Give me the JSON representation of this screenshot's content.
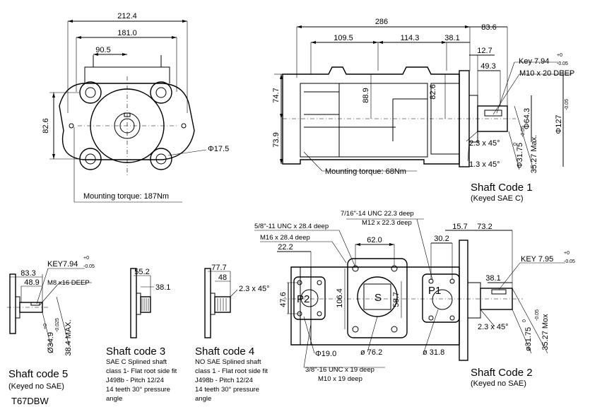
{
  "front_view": {
    "dims": [
      "212.4",
      "181.0",
      "90.5",
      "82.6",
      "Φ17.5"
    ],
    "torque": "Mounting torque: 187Nm"
  },
  "side_view": {
    "dims": [
      "286",
      "83.6",
      "109.5",
      "114.3",
      "38.1",
      "12.7",
      "49.3",
      "74.7",
      "88.9",
      "82.6",
      "73.9",
      "Φ64.3",
      "Φ127",
      "2.3 x 45°",
      "1.3 x 45°",
      "Φ31.75",
      "35.27 Max."
    ],
    "tolerances": {
      "phi127": "-0.05",
      "phi3175_top": "0",
      "phi3175_bot": "-0.05",
      "key_top": "+0",
      "key_bot": "-0.05"
    },
    "key": "Key 7.94",
    "thread": "M10 x 20 DEEP",
    "torque": "Mounting torque: 68Nm"
  },
  "shaft_code_1": {
    "title": "Shaft Code 1",
    "subtitle": "(Keyed  SAE C)"
  },
  "shaft_code_5": {
    "title": "Shaft code 5",
    "subtitle": "(Keyed no SAE)",
    "dims": [
      "83.3",
      "48.9",
      "Ø34.9",
      "38.4 MAX."
    ],
    "tol_top": "+0",
    "tol_bot": "-0.025",
    "key": "KEY7.94",
    "key_top": "+0",
    "key_bot": "-0.05",
    "thread": "M8 x16 DEEP",
    "model": "T67DBW"
  },
  "shaft_code_3": {
    "title": "Shaft code 3",
    "dims": [
      "55.2",
      "38.1"
    ],
    "lines": [
      "SAE C Splined shaft",
      "class 1- Flat root side fit",
      "J498b - Pitch 12/24",
      "14 teeth 30° pressure",
      "angle"
    ]
  },
  "shaft_code_4": {
    "title": "Shaft code 4",
    "dims": [
      "77.7",
      "48",
      "2.3 x 45°"
    ],
    "lines": [
      "NO SAE Splined shaft",
      "class 1 - Flat root side fit",
      "J498b - Pitch 12/24",
      "14 teeth 30° pressure",
      "angle"
    ]
  },
  "port_view": {
    "dims": [
      "62.0",
      "22.2",
      "47.6",
      "106.4",
      "58.7",
      "30.2",
      "15.7",
      "73.2",
      "38.1",
      "Φ19.0",
      "ø 76.2",
      "ø  31.8",
      "ø31.75",
      "35.27 Mox"
    ],
    "port_labels": [
      "P2",
      "S",
      "P1"
    ],
    "threads": [
      "5/8\"-11 UNC x 28.4 deep",
      "M16 x 28.4 deep",
      "7/16\"-14 UNC 22.3 deep",
      "M12 x 22.3 deep",
      "3/8\"-16 UNC x 19 deep",
      "M10 x 19 deep"
    ],
    "key": "KEY 7.95",
    "key_top": "+0",
    "key_bot": "-0.05",
    "chamfer": "2.3 x 45°",
    "shaft_tol_top": "0",
    "shaft_tol_bot": "-0.05"
  },
  "shaft_code_2": {
    "title": "Shaft Code 2",
    "subtitle": "(Keyed  no SAE)"
  }
}
